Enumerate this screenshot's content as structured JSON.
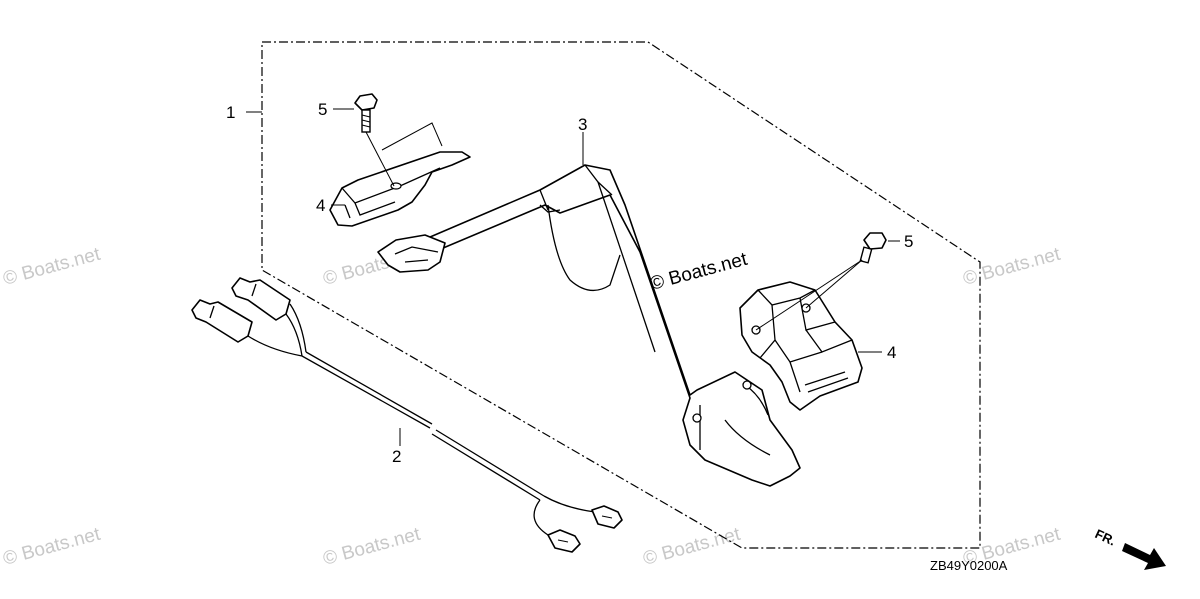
{
  "diagram": {
    "callouts": [
      {
        "id": "1",
        "text": "1"
      },
      {
        "id": "2",
        "text": "2"
      },
      {
        "id": "3",
        "text": "3"
      },
      {
        "id": "4a",
        "text": "4"
      },
      {
        "id": "4b",
        "text": "4"
      },
      {
        "id": "5a",
        "text": "5"
      },
      {
        "id": "5b",
        "text": "5"
      }
    ],
    "diagram_code": "ZB49Y0200A",
    "direction_label": "FR.",
    "watermark_text": "© Boats.net"
  }
}
